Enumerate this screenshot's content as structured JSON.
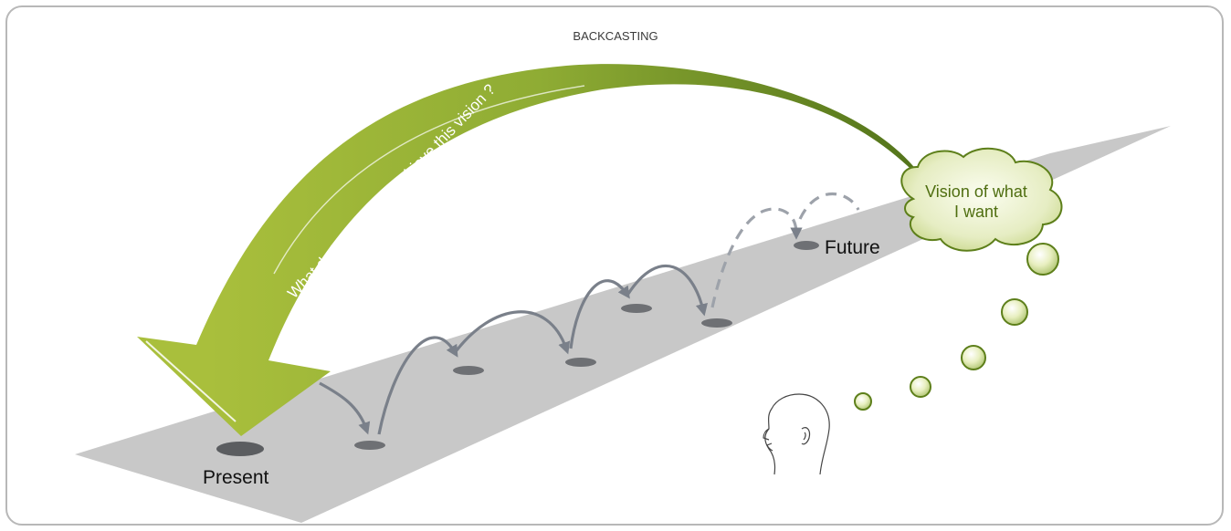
{
  "title": "BACKCASTING",
  "labels": {
    "present": "Present",
    "future": "Future"
  },
  "arrow_text": "What do I do today to achieve this vision ?",
  "cloud": {
    "line1": "Vision of what",
    "line2": "I want"
  },
  "colors": {
    "path": "#c8c8c8",
    "stepping_stone": "#6e7074",
    "hop_arrow": "#7a808a",
    "arrow_green_dark": "#5a7a1c",
    "arrow_green_light": "#a7bd3b",
    "cloud_fill": "#e9efc6",
    "cloud_stroke": "#5d7f1a",
    "text_green": "#4f6e10",
    "frame_border": "#b8b8b8"
  },
  "icons": [
    "person-head-icon",
    "thought-bubble-icon",
    "cloud-icon"
  ]
}
